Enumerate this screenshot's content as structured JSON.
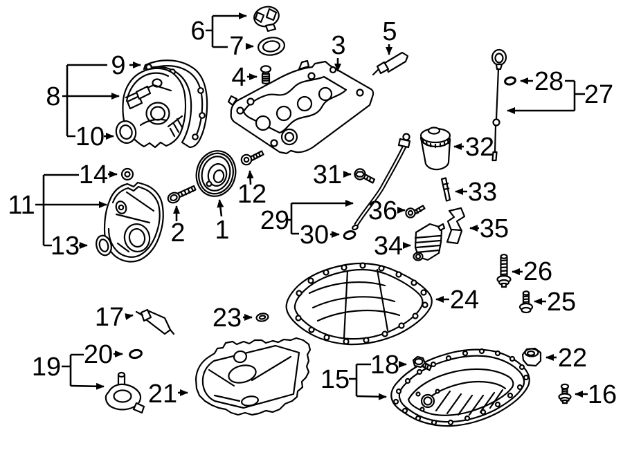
{
  "diagram": {
    "background_color": "#ffffff",
    "line_color": "#000000",
    "callouts": [
      {
        "label": "1"
      },
      {
        "label": "2"
      },
      {
        "label": "3"
      },
      {
        "label": "4"
      },
      {
        "label": "5"
      },
      {
        "label": "6"
      },
      {
        "label": "7"
      },
      {
        "label": "8"
      },
      {
        "label": "9"
      },
      {
        "label": "10"
      },
      {
        "label": "11"
      },
      {
        "label": "12"
      },
      {
        "label": "13"
      },
      {
        "label": "14"
      },
      {
        "label": "15"
      },
      {
        "label": "16"
      },
      {
        "label": "17"
      },
      {
        "label": "18"
      },
      {
        "label": "19"
      },
      {
        "label": "20"
      },
      {
        "label": "21"
      },
      {
        "label": "22"
      },
      {
        "label": "23"
      },
      {
        "label": "24"
      },
      {
        "label": "25"
      },
      {
        "label": "26"
      },
      {
        "label": "27"
      },
      {
        "label": "28"
      },
      {
        "label": "29"
      },
      {
        "label": "30"
      },
      {
        "label": "31"
      },
      {
        "label": "32"
      },
      {
        "label": "33"
      },
      {
        "label": "34"
      },
      {
        "label": "35"
      },
      {
        "label": "36"
      }
    ]
  }
}
